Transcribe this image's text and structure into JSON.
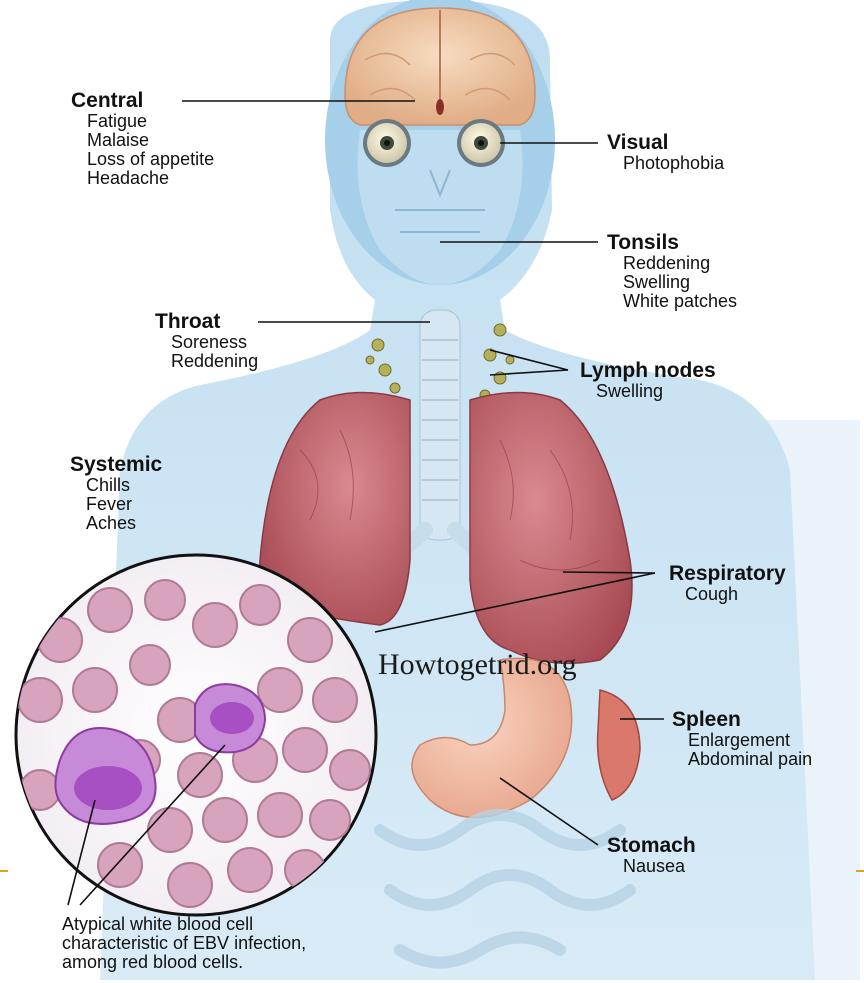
{
  "labels": {
    "central": {
      "title": "Central",
      "items": [
        "Fatigue",
        "Malaise",
        "Loss of appetite",
        "Headache"
      ]
    },
    "visual": {
      "title": "Visual",
      "items": [
        "Photophobia"
      ]
    },
    "tonsils": {
      "title": "Tonsils",
      "items": [
        "Reddening",
        "Swelling",
        "White patches"
      ]
    },
    "throat": {
      "title": "Throat",
      "items": [
        "Soreness",
        "Reddening"
      ]
    },
    "lymph": {
      "title": "Lymph nodes",
      "items": [
        "Swelling"
      ]
    },
    "systemic": {
      "title": "Systemic",
      "items": [
        "Chills",
        "Fever",
        "Aches"
      ]
    },
    "respiratory": {
      "title": "Respiratory",
      "items": [
        "Cough"
      ]
    },
    "spleen": {
      "title": "Spleen",
      "items": [
        "Enlargement",
        "Abdominal pain"
      ]
    },
    "stomach": {
      "title": "Stomach",
      "items": [
        "Nausea"
      ]
    }
  },
  "watermark": "Howtogetrid.org",
  "caption": [
    "Atypical white blood cell",
    "characteristic of EBV infection,",
    "among red blood cells."
  ],
  "colors": {
    "body_fill": "#9ec9e6",
    "lung": "#c0616b",
    "brain": "#f1c9a3",
    "stomach": "#f2b8a0",
    "spleen": "#d9786b",
    "rbc": "#d8a3bc",
    "wbc": "#a84fc4",
    "accent": "#e0a020"
  }
}
